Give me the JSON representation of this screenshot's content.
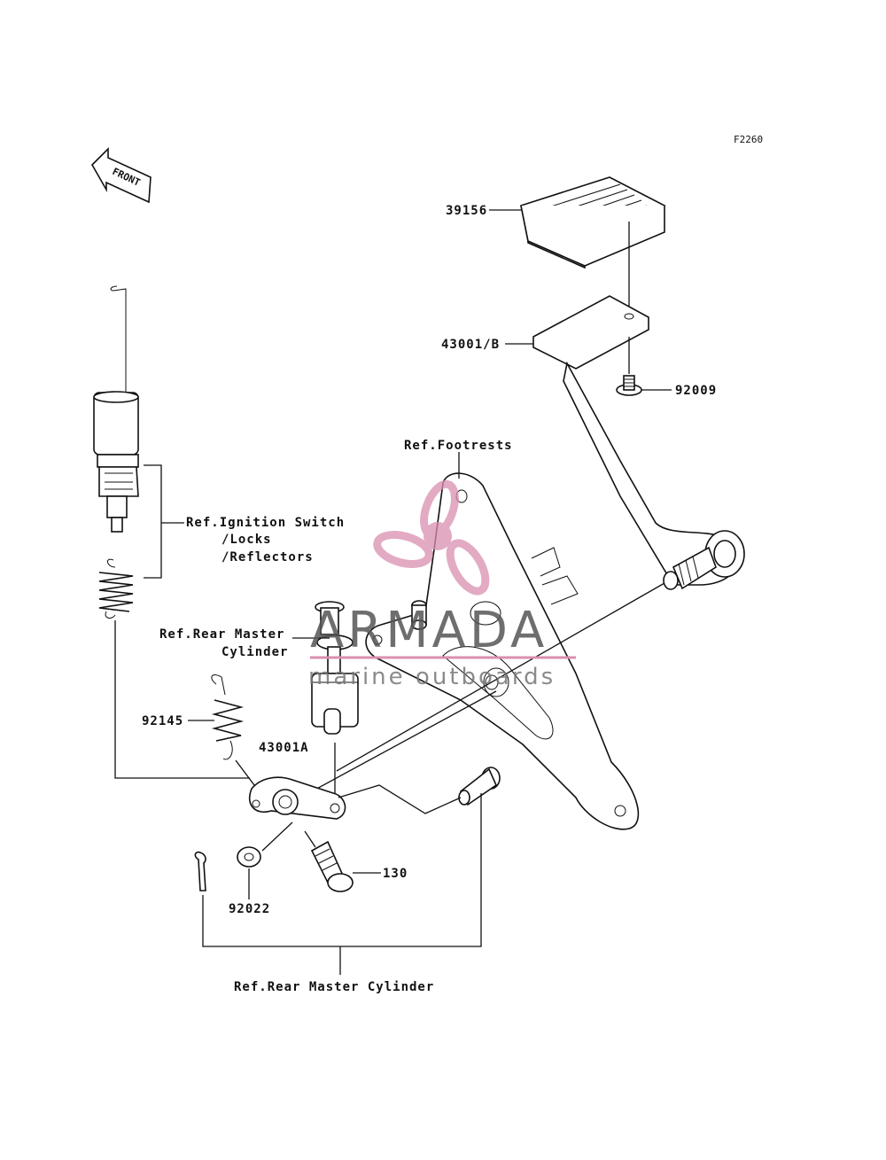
{
  "figure_code": "F2260",
  "front_label": "FRONT",
  "watermark": {
    "name": "ARMADA",
    "tagline": "marine outboards",
    "logo_color": "#d98fb0"
  },
  "labels": {
    "p39156": "39156",
    "p43001b": "43001/B",
    "p92009": "92009",
    "footrests": "Ref.Footrests",
    "ign1": "Ref.Ignition Switch",
    "ign2": "/Locks",
    "ign3": "/Reflectors",
    "rmc_top1": "Ref.Rear Master",
    "rmc_top2": "Cylinder",
    "p92145": "92145",
    "p43001a": "43001A",
    "p130": "130",
    "p92022": "92022",
    "rmc_bottom": "Ref.Rear Master Cylinder"
  }
}
